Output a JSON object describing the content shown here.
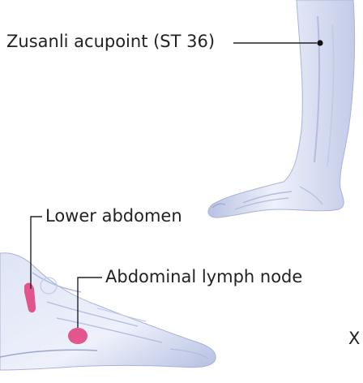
{
  "labels": {
    "zusanli": "Zusanli acupoint (ST 36)",
    "lower_abdomen": "Lower abdomen",
    "lymph_node": "Abdominal lymph node",
    "x_mark": "X"
  },
  "colors": {
    "skin_light": "#eef1fb",
    "skin_mid": "#c9d1ea",
    "skin_shadow": "#9ca7cf",
    "bone_line": "#b3bcdc",
    "highlight_pink": "#e0457f",
    "leader_line": "#222222"
  },
  "icons": [
    "leg-illustration",
    "foot-illustration",
    "acupoint-dot"
  ]
}
